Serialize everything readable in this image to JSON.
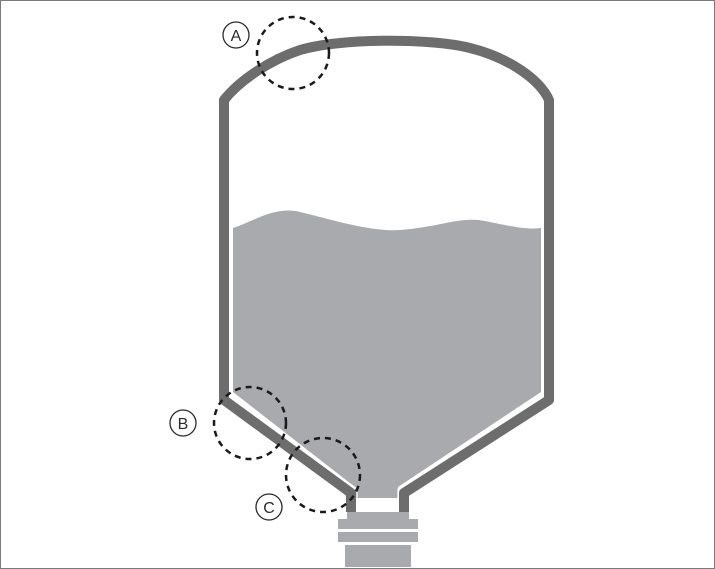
{
  "diagram": {
    "callouts": [
      {
        "id": "A",
        "label": "A"
      },
      {
        "id": "B",
        "label": "B"
      },
      {
        "id": "C",
        "label": "C"
      }
    ],
    "colors": {
      "wall": "#6d6d6d",
      "fill_liquid": "#a9aaad",
      "circle_stroke": "#1a1a1a",
      "border": "#7a7a7a",
      "background": "#ffffff"
    }
  }
}
